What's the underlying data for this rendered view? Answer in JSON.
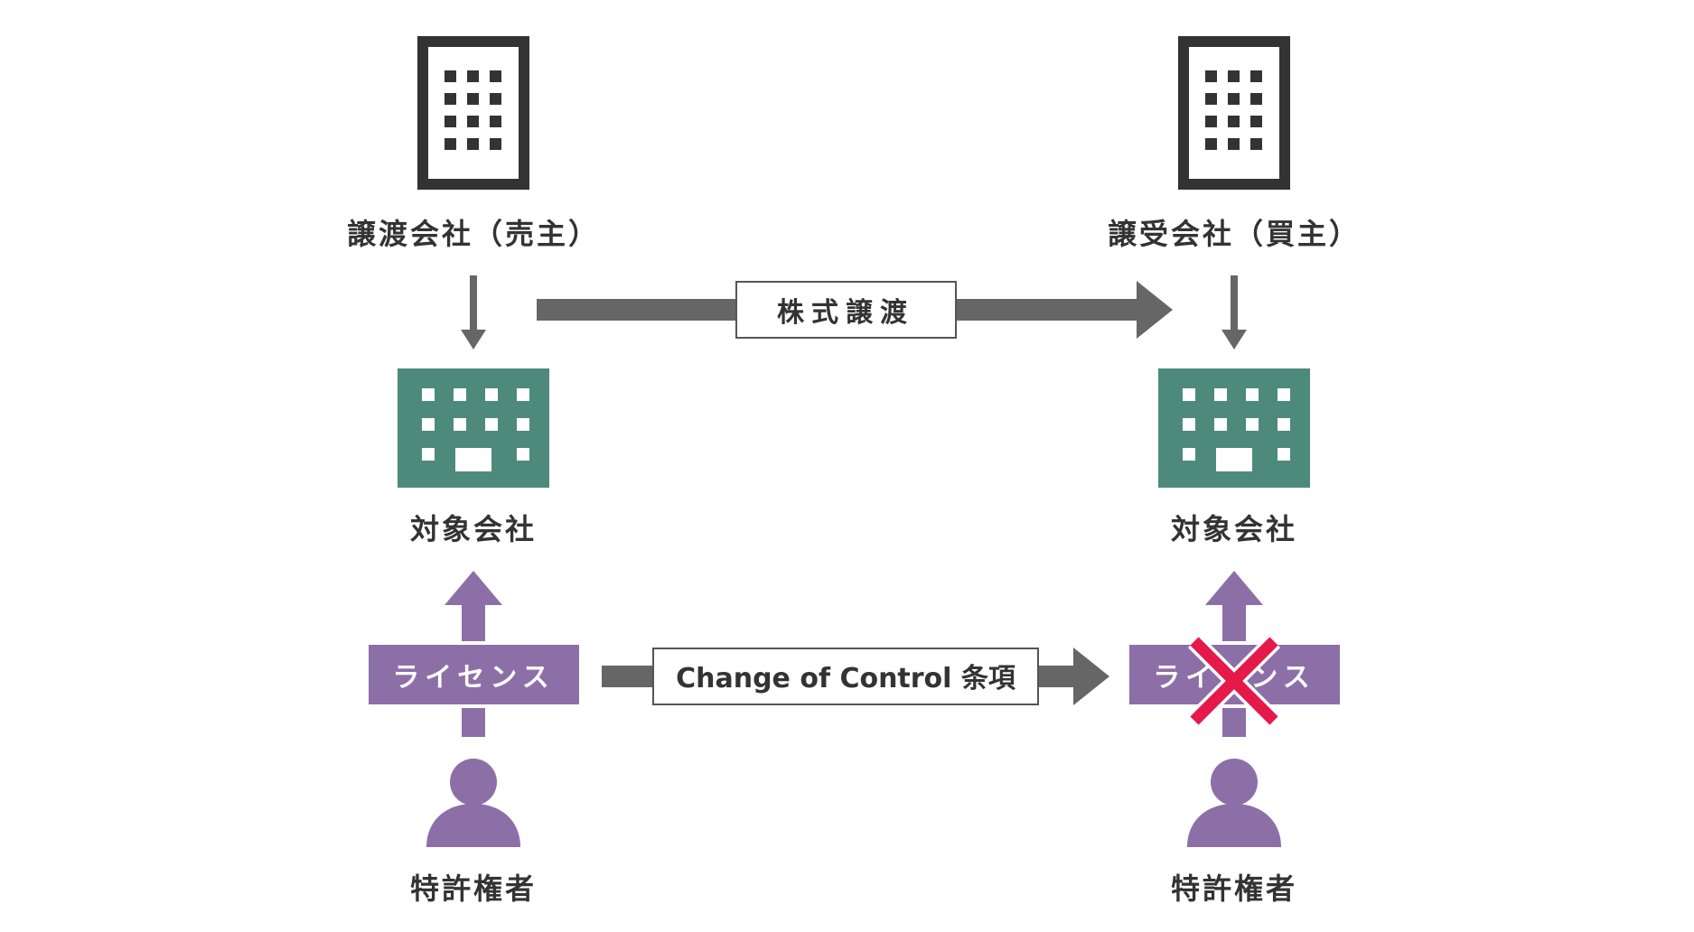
{
  "colors": {
    "dark": "#333333",
    "arrow_gray": "#666666",
    "teal": "#4e8a7b",
    "purple": "#8d6fa8",
    "cross_red": "#e5194a",
    "white": "#ffffff"
  },
  "left_column": {
    "parent_label": "譲渡会社（売主）",
    "target_label": "対象会社",
    "license_label": "ライセンス",
    "patentee_label": "特許権者"
  },
  "right_column": {
    "parent_label": "譲受会社（買主）",
    "target_label": "対象会社",
    "license_label": "ライセンス",
    "patentee_label": "特許権者"
  },
  "transfer": {
    "share_transfer_label": "株式譲渡",
    "coc_label": "Change of Control 条項"
  }
}
